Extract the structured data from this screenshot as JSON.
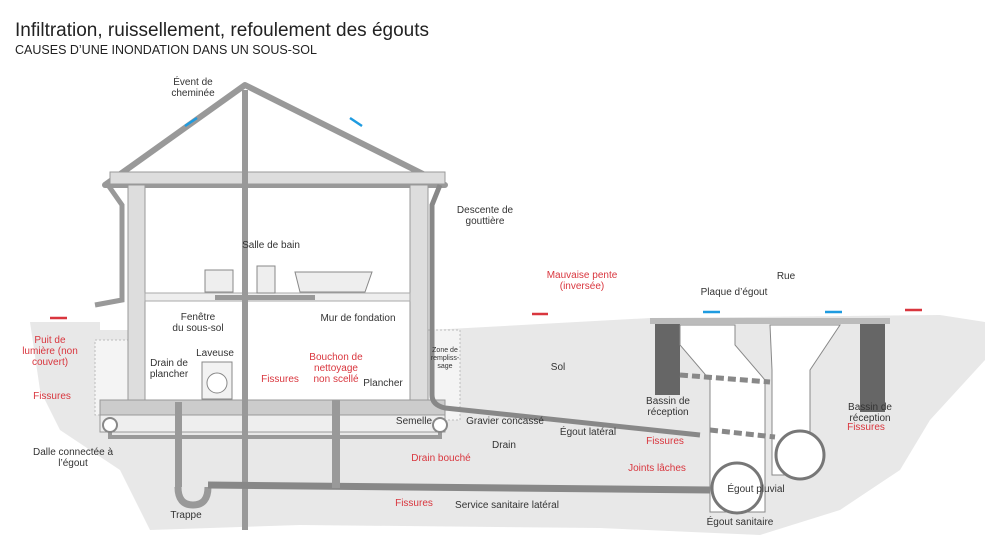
{
  "header": {
    "title": "Infiltration, ruissellement, refoulement des égouts",
    "subtitle": "CAUSES D’UNE INONDATION DANS UN SOUS-SOL"
  },
  "labels": {
    "event": "Évent de\ncheminée",
    "descente": "Descente de\ngouttière",
    "salle_bain": "Salle de bain",
    "mauvaise_pente": "Mauvaise pente\n(inversée)",
    "rue": "Rue",
    "plaque": "Plaque d’égout",
    "fenetre": "Fenêtre\ndu sous-sol",
    "mur": "Mur de fondation",
    "puit": "Puit de\nlumière (non\ncouvert)",
    "drain_plancher": "Drain de\nplancher",
    "laveuse": "Laveuse",
    "bouchon": "Bouchon de\nnettoyage\nnon scellé",
    "fissures_plancher": "Fissures",
    "plancher": "Plancher",
    "zone": "Zone de\nrempliss-\nsage",
    "sol": "Sol",
    "fissures_mur": "Fissures",
    "bassin1": "Bassin de\nréception",
    "bassin2": "Bassin de\nréception",
    "fissures_bassin": "Fissures",
    "semelle": "Semelle",
    "gravier": "Gravier concassé",
    "egout_lateral": "Égout latéral",
    "fissures_lateral": "Fissures",
    "drain": "Drain",
    "dalle": "Dalle connectée à\nl’égout",
    "drain_bouche": "Drain bouché",
    "joints": "Joints lâches",
    "egout_pluvial": "Égout pluvial",
    "fissures_service": "Fissures",
    "service": "Service sanitaire latéral",
    "trappe": "Trappe",
    "egout_sanitaire": "Égout sanitaire"
  },
  "colors": {
    "problem": "#d9363e",
    "water_flow": "#1e9be0",
    "structure": "#9a9a9a",
    "ground": "#e8e8e8"
  }
}
